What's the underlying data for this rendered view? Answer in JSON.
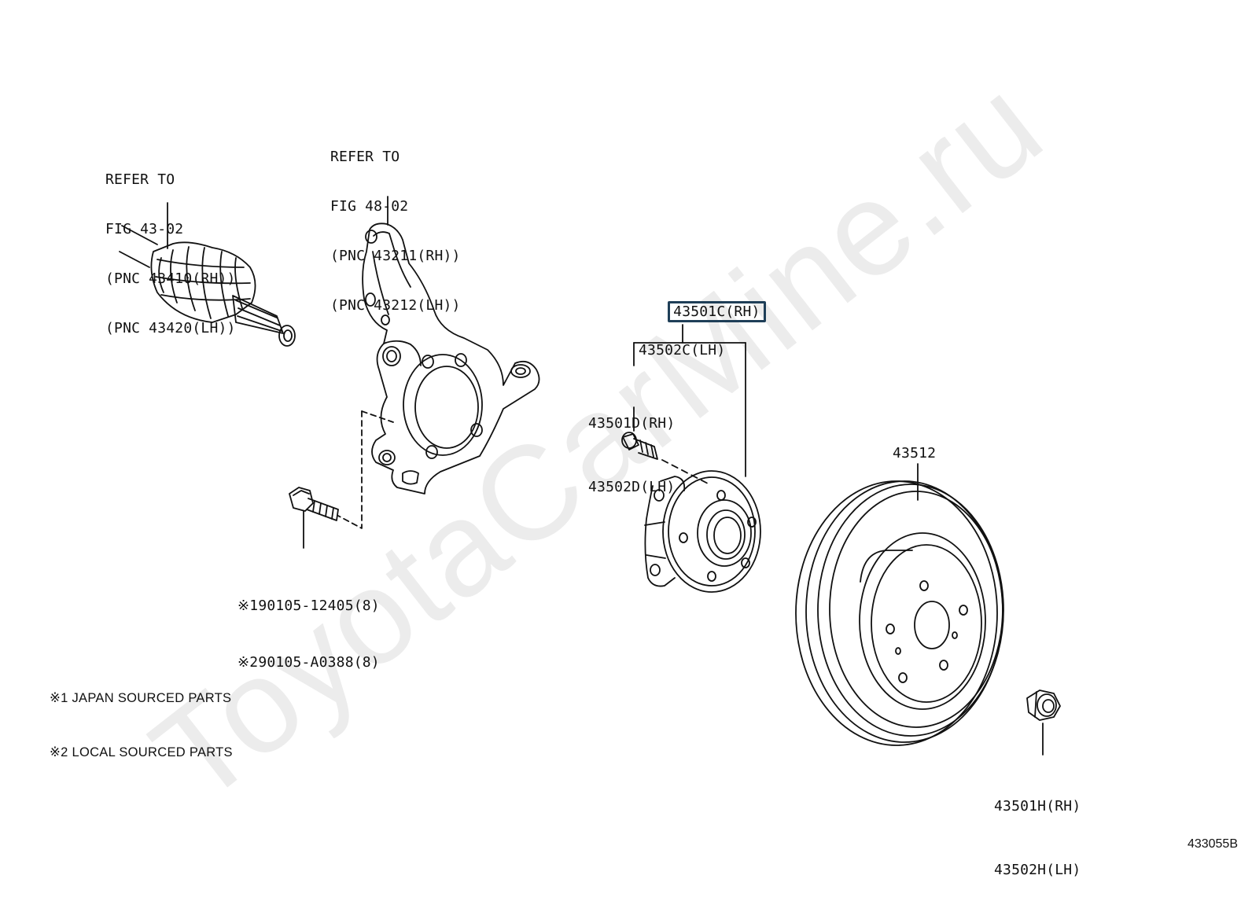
{
  "watermark": "ToyotaCarMine.ru",
  "callouts": {
    "drive_shaft": {
      "line1": "REFER TO",
      "line2": "FIG 43-02",
      "line3": "(PNC 43410(RH))",
      "line4": "(PNC 43420(LH))"
    },
    "knuckle": {
      "line1": "REFER TO",
      "line2": "FIG 48-02",
      "line3": "(PNC 43211(RH))",
      "line4": "(PNC 43212(LH))"
    },
    "hub_assembly": {
      "rh": "43501C(RH)",
      "lh": "43502C(LH)"
    },
    "hub_bolt": {
      "rh": "43501D(RH)",
      "lh": "43502D(LH)"
    },
    "knuckle_bolt": {
      "line1": "※190105-12405(8)",
      "line2": "※290105-A0388(8)"
    },
    "disc": {
      "part": "43512"
    },
    "nut": {
      "rh": "43501H(RH)",
      "lh": "43502H(LH)"
    }
  },
  "notes": {
    "note1": "※1 JAPAN SOURCED PARTS",
    "note2": "※2 LOCAL SOURCED PARTS"
  },
  "figure_id": "433055B",
  "colors": {
    "line": "#111111",
    "highlight_border": "#1f3f58",
    "watermark": "#ececec"
  }
}
